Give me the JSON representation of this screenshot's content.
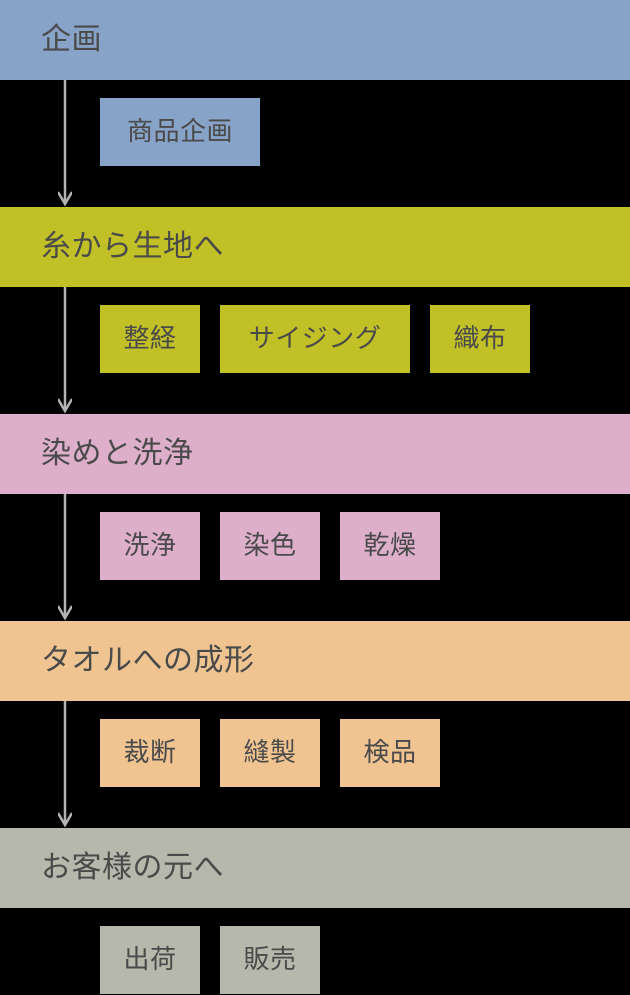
{
  "diagram": {
    "title": "towel manufacturing process flow",
    "orientation": "vertical",
    "background_color": "#000000",
    "text_color": "#4a4a4a",
    "arrow_color": "#b3b3b3",
    "stages": [
      {
        "label": "企画",
        "color": "#87a3c8",
        "steps": [
          {
            "label": "商品企画",
            "width": 160
          }
        ]
      },
      {
        "label": "糸から生地へ",
        "color": "#c1c026",
        "steps": [
          {
            "label": "整経",
            "width": 100
          },
          {
            "label": "サイジング",
            "width": 190
          },
          {
            "label": "織布",
            "width": 100
          }
        ]
      },
      {
        "label": "染めと洗浄",
        "color": "#ddafca",
        "steps": [
          {
            "label": "洗浄",
            "width": 100
          },
          {
            "label": "染色",
            "width": 100
          },
          {
            "label": "乾燥",
            "width": 100
          }
        ]
      },
      {
        "label": "タオルへの成形",
        "color": "#f0c491",
        "steps": [
          {
            "label": "裁断",
            "width": 100
          },
          {
            "label": "縫製",
            "width": 100
          },
          {
            "label": "検品",
            "width": 100
          }
        ]
      },
      {
        "label": "お客様の元へ",
        "color": "#b6b8ab",
        "steps": [
          {
            "label": "出荷",
            "width": 100
          },
          {
            "label": "販売",
            "width": 100
          }
        ]
      }
    ]
  }
}
